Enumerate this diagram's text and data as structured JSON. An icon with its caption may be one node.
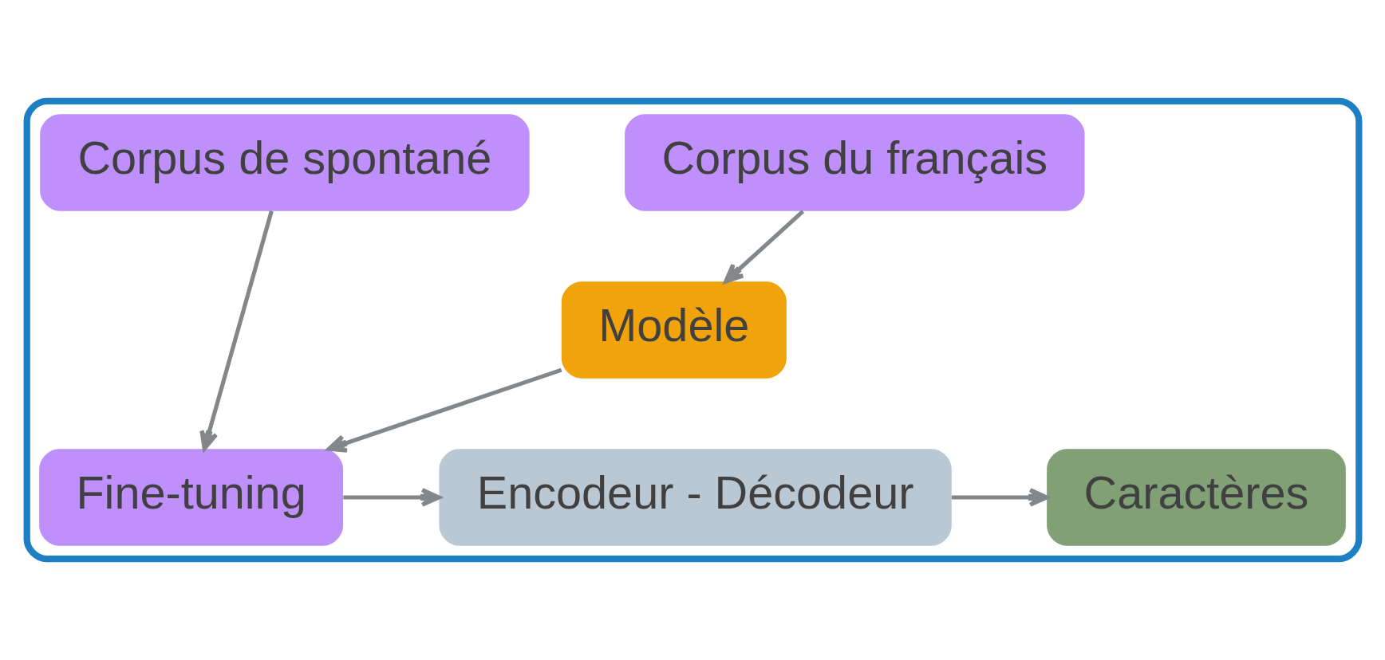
{
  "diagram": {
    "nodes": [
      {
        "text": [],
        "shape": "box"
      },
      {
        "text": [
          "Corpus du français"
        ],
        "in": 0
      },
      {
        "text": [
          "Corpus de spontané"
        ],
        "in": 0
      },
      {
        "text": [
          "Modèle"
        ],
        "in": 0
      },
      {
        "text": [
          "Fine-tuning"
        ],
        "in": 0
      },
      {
        "text": [
          "Encodeur - Décodeur"
        ],
        "in": 0
      },
      {
        "text": [
          "Caractères"
        ],
        "in": 0
      }
    ],
    "edges": [
      {
        "from": 1,
        "to": 3,
        "arrow": "to"
      },
      {
        "from": 2,
        "to": 4,
        "arrow": "to"
      },
      {
        "from": 3,
        "to": 4,
        "arrow": "to"
      },
      {
        "from": 4,
        "to": 5,
        "arrow": "to"
      },
      {
        "from": 5,
        "to": 6,
        "arrow": "to"
      }
    ]
  }
}
